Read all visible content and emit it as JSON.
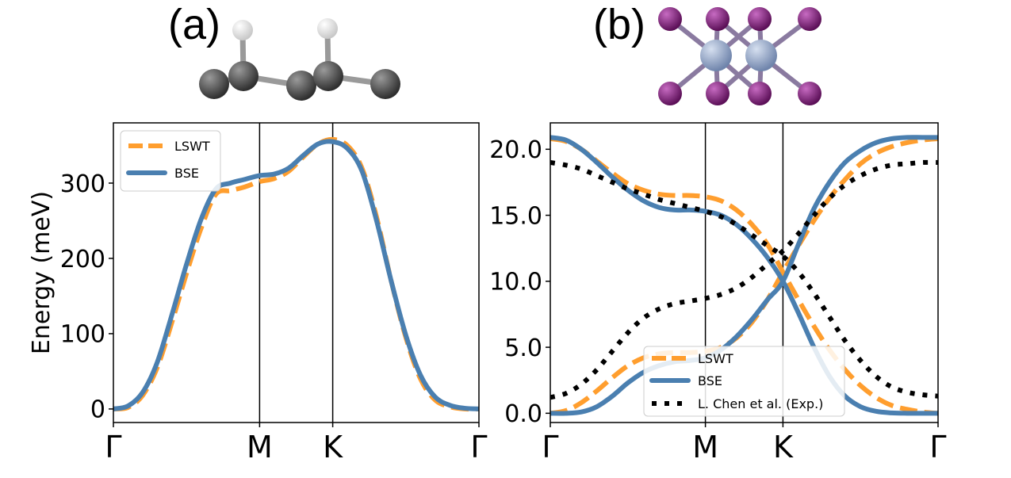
{
  "panels": {
    "a": {
      "label": "(a)"
    },
    "b": {
      "label": "(b)"
    }
  },
  "colors": {
    "lswt": "#ff9e2e",
    "bse": "#4a7fb0",
    "exp": "#000000",
    "carbon": "#4a4a4a",
    "hydrogen": "#f2f2f2",
    "cr": "#8fa3c8",
    "iodine": "#7d1a78"
  },
  "chart_data": [
    {
      "type": "line",
      "panel": "(a)",
      "ylabel": "Energy (meV)",
      "xlabel": "",
      "ylim": [
        -18,
        380
      ],
      "yticks": [
        0,
        100,
        200,
        300
      ],
      "ytick_labels": [
        "0",
        "100",
        "200",
        "300"
      ],
      "xticks": [
        0,
        1,
        1.5,
        2.5
      ],
      "xtick_labels": [
        "Γ",
        "M",
        "K",
        "Γ"
      ],
      "vlines": [
        1,
        1.5
      ],
      "grid": false,
      "legend": {
        "position": "top-left",
        "entries": [
          "LSWT",
          "BSE"
        ]
      },
      "series": [
        {
          "name": "LSWT",
          "style": "dashed",
          "color": "#ff9e2e",
          "x": [
            0,
            0.1,
            0.2,
            0.3,
            0.4,
            0.5,
            0.6,
            0.7,
            0.8,
            0.9,
            1.0,
            1.1,
            1.2,
            1.3,
            1.4,
            1.5,
            1.6,
            1.7,
            1.8,
            1.9,
            2.0,
            2.1,
            2.2,
            2.3,
            2.4,
            2.5
          ],
          "y": [
            0,
            2,
            18,
            55,
            115,
            180,
            240,
            285,
            290,
            295,
            302,
            306,
            316,
            335,
            352,
            358,
            350,
            320,
            255,
            170,
            95,
            40,
            12,
            3,
            0,
            0
          ]
        },
        {
          "name": "BSE",
          "style": "solid",
          "color": "#4a7fb0",
          "x": [
            0,
            0.1,
            0.2,
            0.3,
            0.4,
            0.5,
            0.6,
            0.7,
            0.8,
            0.9,
            1.0,
            1.1,
            1.2,
            1.3,
            1.4,
            1.5,
            1.6,
            1.7,
            1.8,
            1.9,
            2.0,
            2.1,
            2.2,
            2.3,
            2.4,
            2.5
          ],
          "y": [
            0,
            4,
            22,
            62,
            125,
            192,
            252,
            292,
            300,
            305,
            310,
            312,
            320,
            337,
            352,
            355,
            346,
            316,
            250,
            170,
            98,
            45,
            16,
            5,
            1,
            0
          ]
        }
      ]
    },
    {
      "type": "line",
      "panel": "(b)",
      "ylabel": "",
      "xlabel": "",
      "ylim": [
        -0.7,
        22
      ],
      "yticks": [
        0,
        5,
        10,
        15,
        20
      ],
      "ytick_labels": [
        "0.0",
        "5.0",
        "10.0",
        "15.0",
        "20.0"
      ],
      "xticks": [
        0,
        1,
        1.5,
        2.5
      ],
      "xtick_labels": [
        "Γ",
        "M",
        "K",
        "Γ"
      ],
      "vlines": [
        1,
        1.5
      ],
      "grid": false,
      "legend": {
        "position": "bottom-center",
        "entries": [
          "LSWT",
          "BSE",
          "L. Chen et al. (Exp.)"
        ]
      },
      "series": [
        {
          "name": "LSWT",
          "style": "dashed",
          "color": "#ff9e2e",
          "branches": [
            {
              "x": [
                0,
                0.1,
                0.2,
                0.3,
                0.4,
                0.5,
                0.6,
                0.7,
                0.8,
                0.9,
                1.0,
                1.1,
                1.2,
                1.3,
                1.4,
                1.5,
                1.6,
                1.7,
                1.8,
                1.9,
                2.0,
                2.1,
                2.2,
                2.3,
                2.4,
                2.5
              ],
              "y": [
                20.8,
                20.6,
                20.0,
                19.1,
                18.2,
                17.4,
                16.9,
                16.6,
                16.5,
                16.5,
                16.4,
                16.1,
                15.4,
                14.3,
                12.8,
                10.7,
                8.6,
                6.6,
                4.8,
                3.3,
                2.1,
                1.2,
                0.6,
                0.3,
                0.1,
                0.0
              ]
            },
            {
              "x": [
                0,
                0.1,
                0.2,
                0.3,
                0.4,
                0.5,
                0.6,
                0.7,
                0.8,
                0.9,
                1.0,
                1.1,
                1.2,
                1.3,
                1.4,
                1.5,
                1.6,
                1.7,
                1.8,
                1.9,
                2.0,
                2.1,
                2.2,
                2.3,
                2.4,
                2.5
              ],
              "y": [
                0.0,
                0.2,
                0.8,
                1.7,
                2.7,
                3.6,
                4.2,
                4.5,
                4.6,
                4.6,
                4.7,
                5.0,
                5.7,
                6.9,
                8.6,
                10.7,
                12.7,
                14.6,
                16.3,
                17.7,
                18.9,
                19.7,
                20.2,
                20.5,
                20.7,
                20.8
              ]
            }
          ]
        },
        {
          "name": "BSE",
          "style": "solid",
          "color": "#4a7fb0",
          "branches": [
            {
              "x": [
                0,
                0.1,
                0.2,
                0.3,
                0.4,
                0.5,
                0.6,
                0.7,
                0.8,
                0.9,
                1.0,
                1.1,
                1.2,
                1.3,
                1.4,
                1.5,
                1.6,
                1.7,
                1.8,
                1.9,
                2.0,
                2.1,
                2.2,
                2.3,
                2.4,
                2.5
              ],
              "y": [
                20.9,
                20.7,
                20.0,
                19.0,
                17.9,
                16.9,
                16.1,
                15.6,
                15.4,
                15.4,
                15.3,
                15.0,
                14.3,
                13.2,
                11.8,
                10.0,
                7.6,
                5.0,
                2.8,
                1.3,
                0.5,
                0.15,
                0.03,
                0.0,
                0.0,
                0.0
              ]
            },
            {
              "x": [
                0,
                0.1,
                0.2,
                0.3,
                0.4,
                0.5,
                0.6,
                0.7,
                0.8,
                0.9,
                1.0,
                1.1,
                1.2,
                1.3,
                1.4,
                1.5,
                1.6,
                1.7,
                1.8,
                1.9,
                2.0,
                2.1,
                2.2,
                2.3,
                2.4,
                2.5
              ],
              "y": [
                0.0,
                0.0,
                0.1,
                0.5,
                1.3,
                2.3,
                3.1,
                3.6,
                3.9,
                4.0,
                4.2,
                4.8,
                5.8,
                7.1,
                8.6,
                10.0,
                12.8,
                15.5,
                17.5,
                19.0,
                19.9,
                20.5,
                20.8,
                20.9,
                20.9,
                20.9
              ]
            }
          ]
        },
        {
          "name": "L. Chen et al. (Exp.)",
          "style": "dotted",
          "color": "#000000",
          "branches": [
            {
              "x": [
                0,
                0.1,
                0.2,
                0.3,
                0.4,
                0.5,
                0.6,
                0.7,
                0.8,
                0.9,
                1.0,
                1.1,
                1.2,
                1.3,
                1.4,
                1.5,
                1.6,
                1.7,
                1.8,
                1.9,
                2.0,
                2.1,
                2.2,
                2.3,
                2.4,
                2.5
              ],
              "y": [
                19.0,
                18.8,
                18.5,
                18.0,
                17.5,
                17.0,
                16.6,
                16.2,
                15.9,
                15.6,
                15.3,
                14.9,
                14.3,
                13.5,
                12.7,
                11.9,
                10.7,
                9.1,
                7.3,
                5.5,
                4.0,
                2.8,
                2.0,
                1.6,
                1.4,
                1.3
              ]
            },
            {
              "x": [
                0,
                0.1,
                0.2,
                0.3,
                0.4,
                0.5,
                0.6,
                0.7,
                0.8,
                0.9,
                1.0,
                1.1,
                1.2,
                1.3,
                1.4,
                1.5,
                1.6,
                1.7,
                1.8,
                1.9,
                2.0,
                2.1,
                2.2,
                2.3,
                2.4,
                2.5
              ],
              "y": [
                1.2,
                1.5,
                2.2,
                3.3,
                4.7,
                6.1,
                7.2,
                7.9,
                8.3,
                8.5,
                8.7,
                9.0,
                9.5,
                10.3,
                11.3,
                12.3,
                13.6,
                15.0,
                16.3,
                17.3,
                18.0,
                18.5,
                18.8,
                18.9,
                19.0,
                19.0
              ]
            }
          ]
        }
      ]
    }
  ]
}
